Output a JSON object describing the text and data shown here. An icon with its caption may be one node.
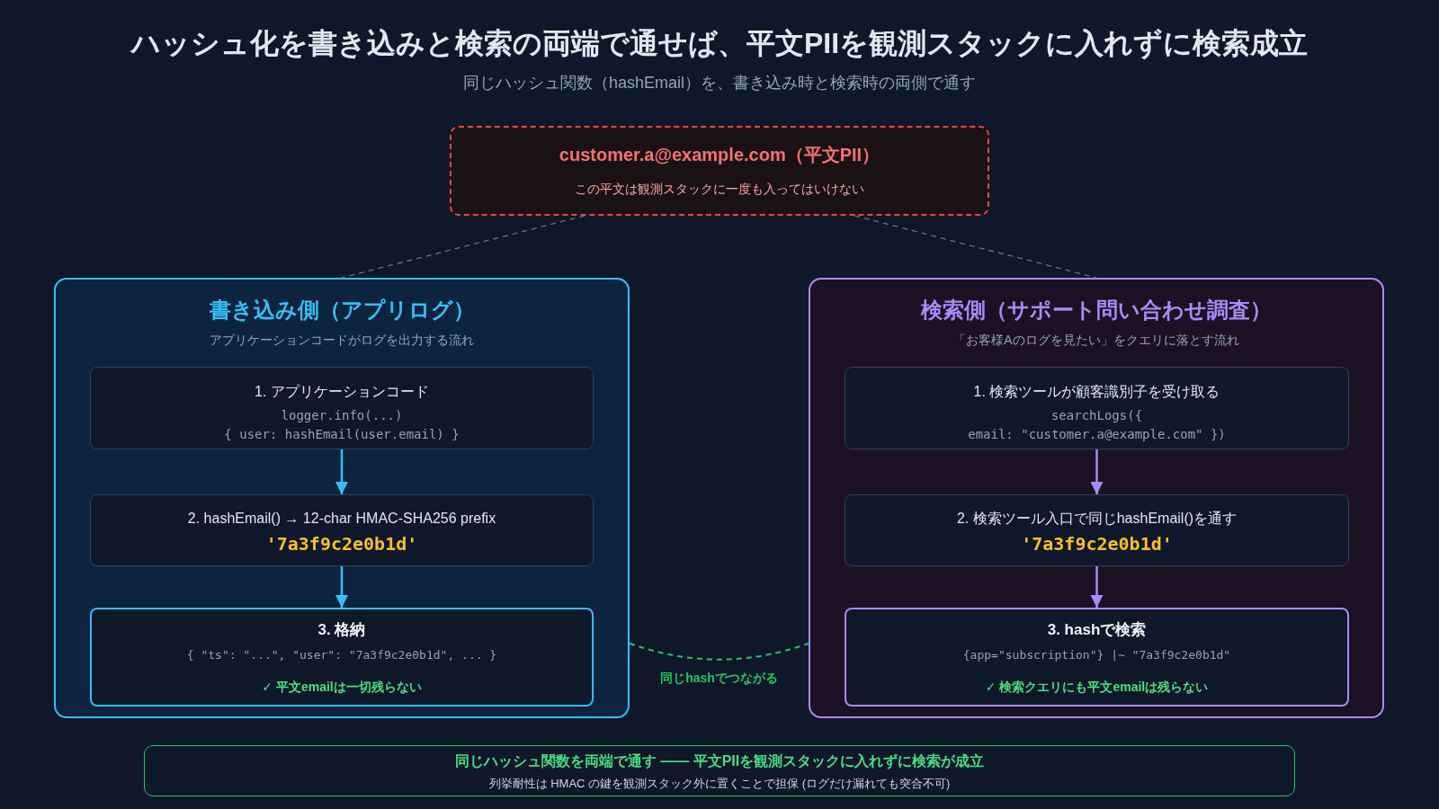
{
  "diagram": {
    "title": "ハッシュ化を書き込みと検索の両端で通せば、平文PIIを観測スタックに入れずに検索成立",
    "nodes": [
      {
        "text": [
          "customer.a@example.com（平文PII）",
          "この平文は観測スタックに一度も入ってはいけない"
        ]
      },
      {
        "text": [
          "書き込み側（アプリログ）",
          "アプリケーションコードがログを出力する流れ"
        ]
      },
      {
        "text": [
          "1. アプリケーションコード",
          "logger.info(...)",
          "{ user: hashEmail(user.email) }"
        ],
        "in": 1
      },
      {
        "text": [
          "2. hashEmail() → 12-char HMAC-SHA256 prefix",
          "'7a3f9c2e0b1d'"
        ],
        "in": 1
      },
      {
        "text": [
          "3. 格納",
          "{ \"ts\": \"...\", \"user\": \"7a3f9c2e0b1d\", ... }",
          "✓ 平文emailは一切残らない"
        ],
        "in": 1
      },
      {
        "text": [
          "検索側（サポート問い合わせ調査）",
          "「お客様Aのログを見たい」をクエリに落とす流れ"
        ]
      },
      {
        "text": [
          "1. 検索ツールが顧客識別子を受け取る",
          "searchLogs({",
          "email: \"customer.a@example.com\" })"
        ],
        "in": 5
      },
      {
        "text": [
          "2. 検索ツール入口で同じhashEmail()を通す",
          "'7a3f9c2e0b1d'"
        ],
        "in": 5
      },
      {
        "text": [
          "3. hashで検索",
          "{app=\"subscription\"} |~ \"7a3f9c2e0b1d\"",
          "✓ 検索クエリにも平文emailは残らない"
        ],
        "in": 5
      },
      {
        "text": [
          "同じハッシュ関数を両端で通す —— 平文PIIを観測スタックに入れずに検索が成立",
          "列挙耐性は HMAC の鍵を観測スタック外に置くことで担保 (ログだけ漏れても突合不可)"
        ]
      }
    ],
    "edges": [
      {
        "from": 0,
        "to": 1,
        "arrow": "none",
        "style": "dashed",
        "color": "#64748b"
      },
      {
        "from": 0,
        "to": 5,
        "arrow": "none",
        "style": "dashed",
        "color": "#64748b"
      },
      {
        "from": 2,
        "to": 3,
        "arrow": "to",
        "color": "#38bdf8"
      },
      {
        "from": 3,
        "to": 4,
        "arrow": "to",
        "color": "#38bdf8"
      },
      {
        "from": 6,
        "to": 7,
        "arrow": "to",
        "color": "#a78bfa"
      },
      {
        "from": 7,
        "to": 8,
        "arrow": "to",
        "color": "#a78bfa"
      },
      {
        "from": 1,
        "to": 5,
        "arrow": "none",
        "style": "dashed",
        "color": "#22c55e",
        "label": "同じhashでつながる"
      }
    ],
    "labels": [
      "同じハッシュ関数（hashEmail）を、書き込み時と検索時の両側で通す"
    ]
  }
}
